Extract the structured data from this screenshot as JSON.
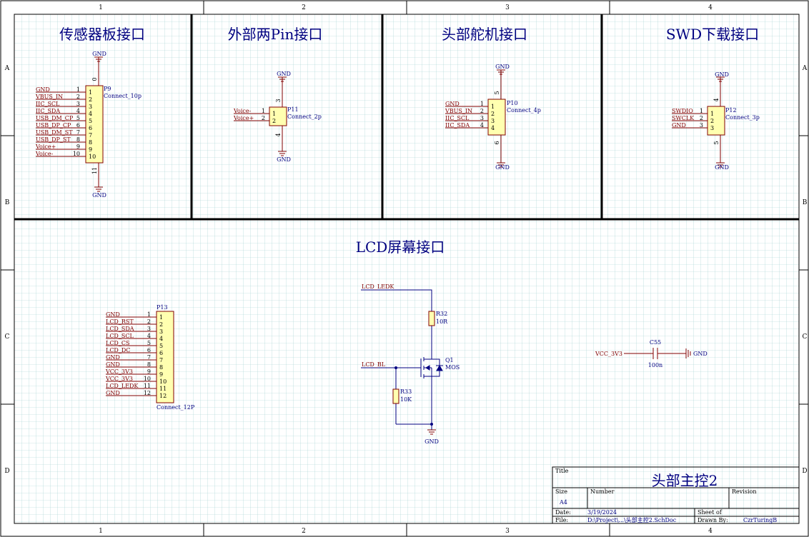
{
  "colors": {
    "background": "#ffffff",
    "grid": "#9fd0d0",
    "border": "#000000",
    "wire": "#000080",
    "part_line": "#800000",
    "part_fill": "#ffffb0",
    "net_label": "#800000",
    "designator": "#000080",
    "title_text": "#000080"
  },
  "frame": {
    "columns": [
      "1",
      "2",
      "3",
      "4"
    ],
    "rows": [
      "A",
      "B",
      "C",
      "D"
    ]
  },
  "sections": [
    {
      "title": "传感器板接口"
    },
    {
      "title": "外部两Pin接口"
    },
    {
      "title": "头部舵机接口"
    },
    {
      "title": "SWD下载接口"
    },
    {
      "title": "LCD屏幕接口"
    }
  ],
  "gnd_label": "GND",
  "connectors": {
    "p9": {
      "designator": "P9",
      "value": "Connect_10p",
      "top_pin": "0",
      "bottom_pin": "11",
      "pins": [
        {
          "num": "1",
          "net": "GND"
        },
        {
          "num": "2",
          "net": "VBUS_IN"
        },
        {
          "num": "3",
          "net": "IIC_SCL"
        },
        {
          "num": "4",
          "net": "IIC_SDA"
        },
        {
          "num": "5",
          "net": "USB_DM_CP"
        },
        {
          "num": "6",
          "net": "USB_DP_CP"
        },
        {
          "num": "7",
          "net": "USB_DM_ST"
        },
        {
          "num": "8",
          "net": "USB_DP_ST"
        },
        {
          "num": "9",
          "net": "Voice+"
        },
        {
          "num": "10",
          "net": "Voice-"
        }
      ]
    },
    "p11": {
      "designator": "P11",
      "value": "Connect_2p",
      "top_pin": "3",
      "bottom_pin": "4",
      "pins": [
        {
          "num": "1",
          "net": "Voice-"
        },
        {
          "num": "2",
          "net": "Voice+"
        }
      ]
    },
    "p10": {
      "designator": "P10",
      "value": "Connect_4p",
      "top_pin": "5",
      "bottom_pin": "6",
      "pins": [
        {
          "num": "1",
          "net": "GND"
        },
        {
          "num": "2",
          "net": "VBUS_IN"
        },
        {
          "num": "3",
          "net": "IIC_SCL"
        },
        {
          "num": "4",
          "net": "IIC_SDA"
        }
      ]
    },
    "p12": {
      "designator": "P12",
      "value": "Connect_3p",
      "top_pin": "4",
      "bottom_pin": "5",
      "pins": [
        {
          "num": "1",
          "net": "SWDIO"
        },
        {
          "num": "2",
          "net": "SWCLK"
        },
        {
          "num": "3",
          "net": "GND"
        }
      ]
    },
    "p13": {
      "designator": "P13",
      "value": "Connect_12P",
      "pins": [
        {
          "num": "1",
          "net": "GND"
        },
        {
          "num": "2",
          "net": "LCD_RST"
        },
        {
          "num": "3",
          "net": "LCD_SDA"
        },
        {
          "num": "4",
          "net": "LCD_SCL"
        },
        {
          "num": "5",
          "net": "LCD_CS"
        },
        {
          "num": "6",
          "net": "LCD_DC"
        },
        {
          "num": "7",
          "net": "GND"
        },
        {
          "num": "8",
          "net": "GND"
        },
        {
          "num": "9",
          "net": "VCC_3V3"
        },
        {
          "num": "10",
          "net": "VCC_3V3"
        },
        {
          "num": "11",
          "net": "LCD_LEDK"
        },
        {
          "num": "12",
          "net": "GND"
        }
      ]
    }
  },
  "backlight": {
    "net_ledk": "LCD_LEDK",
    "net_bl": "LCD_BL",
    "r32": {
      "designator": "R32",
      "value": "10R"
    },
    "r33": {
      "designator": "R33",
      "value": "10K"
    },
    "q1": {
      "designator": "Q1",
      "value": "MOS"
    }
  },
  "decoupling": {
    "net": "VCC_3V3",
    "c55": {
      "designator": "C55",
      "value": "100n"
    }
  },
  "title_block": {
    "title_label": "Title",
    "title": "头部主控2",
    "size_label": "Size",
    "size": "A4",
    "number_label": "Number",
    "revision_label": "Revision",
    "date_label": "Date:",
    "date": "3/19/2024",
    "sheet_label": "Sheet",
    "of_label": "of",
    "file_label": "File:",
    "file": "D:\\Project\\...\\头部主控2.SchDoc",
    "drawn_label": "Drawn By:",
    "drawn_by": "CzrTuringB"
  }
}
